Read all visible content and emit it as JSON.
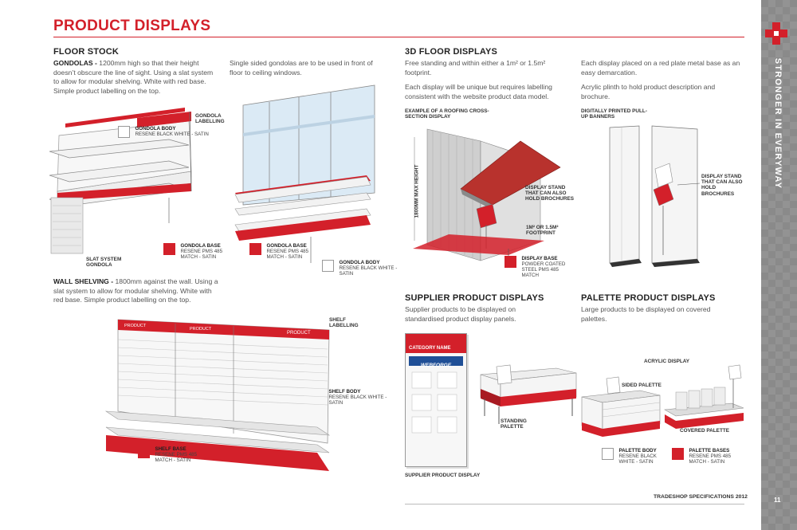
{
  "page": {
    "title": "PRODUCT DISPLAYS",
    "brand_tagline": "STRONGER IN EVERYWAY",
    "footer": "TRADESHOP SPECIFICATIONS 2012",
    "page_number": "11",
    "accent_color": "#d3202a"
  },
  "floor_stock": {
    "heading": "FLOOR STOCK",
    "gondolas_lead": "GONDOLAS - ",
    "gondolas_text": "1200mm high so that their height doesn’t obscure the line of sight. Using a slat system to allow for modular shelving. White with red base. Simple product labelling on the top.",
    "single_sided": "Single sided gondolas are to be used in front of floor to ceiling windows.",
    "wall_lead": "WALL SHELVING - ",
    "wall_text": "1800mm against the wall. Using a slat system to allow for modular shelving. White with red base. Simple product labelling on the top.",
    "labels": {
      "gondola_labelling": "GONDOLA LABELLING",
      "slat_system": "SLAT SYSTEM GONDOLA",
      "shelf_labelling": "SHELF LABELLING"
    },
    "swatches": {
      "gondola_body": {
        "title": "GONDOLA BODY",
        "text": "RESENE BLACK WHITE - SATIN"
      },
      "gondola_base_1": {
        "title": "GONDOLA BASE",
        "text": "RESENE PMS 485 MATCH - SATIN"
      },
      "gondola_base_2": {
        "title": "GONDOLA BASE",
        "text": "RESENE PMS 485 MATCH - SATIN"
      },
      "gondola_body_2": {
        "title": "GONDOLA BODY",
        "text": "RESENE BLACK WHITE - SATIN"
      },
      "shelf_body": {
        "title": "SHELF BODY",
        "text": "RESENE BLACK WHITE - SATIN"
      },
      "shelf_base": {
        "title": "SHELF BASE",
        "text": "RESENE PMS 485 MATCH - SATIN"
      }
    },
    "shelf_tags": [
      "PRODUCT",
      "PRODUCT",
      "PRODUCT"
    ]
  },
  "floor_3d": {
    "heading": "3D FLOOR DISPLAYS",
    "text1": "Free standing and within either a 1m² or 1.5m² footprint.",
    "text2": "Each display will be unique but requires labelling consistent with the website product data model.",
    "text3": "Each display placed on a red plate metal base as an easy demarcation.",
    "text4": "Acrylic plinth to hold product description and brochure.",
    "labels": {
      "roofing_example": "EXAMPLE OF A ROOFING CROSS-SECTION DISPLAY",
      "max_height": "1800MM MAX HEIGHT",
      "display_stand": "DISPLAY STAND THAT CAN ALSO HOLD BROCHURES",
      "footprint": "1M² OR 1.5M² FOOTPRINT",
      "pullup": "DIGITALLY PRINTED PULL-UP BANNERS",
      "display_stand_2": "DISPLAY STAND THAT CAN ALSO HOLD BROCHURES"
    },
    "swatches": {
      "display_base": {
        "title": "DISPLAY BASE",
        "text": "POWDER COATED STEEL PMS 485 MATCH"
      }
    }
  },
  "supplier": {
    "heading": "SUPPLIER PRODUCT DISPLAYS",
    "text": "Supplier products to be displayed on standardised product display panels.",
    "panel_category": "CATEGORY NAME",
    "panel_brand": "WEBFORGE",
    "caption": "SUPPLIER PRODUCT DISPLAY"
  },
  "palette": {
    "heading": "PALETTE PRODUCT DISPLAYS",
    "text": "Large products to be displayed on covered palettes.",
    "labels": {
      "acrylic": "ACRYLIC DISPLAY",
      "sided": "SIDED PALETTE",
      "standing": "STANDING PALETTE",
      "covered": "COVERED PALETTE"
    },
    "swatches": {
      "palette_body": {
        "title": "PALETTE BODY",
        "text": "RESENE BLACK WHITE - SATIN"
      },
      "palette_bases": {
        "title": "PALETTE BASES",
        "text": "RESENE PMS 485 MATCH - SATIN"
      }
    }
  }
}
